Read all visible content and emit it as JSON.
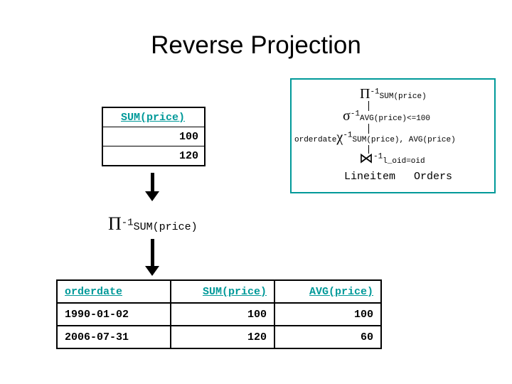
{
  "title": "Reverse Projection",
  "top_table": {
    "header": "SUM(price)",
    "rows": [
      "100",
      "120"
    ]
  },
  "plan_box": {
    "lines": [
      {
        "op": "Π",
        "sup": "-1",
        "sub": "SUM(price)"
      },
      {
        "op": "σ",
        "sup": "-1",
        "sub": "AVG(price)<=100"
      },
      {
        "op": "χ",
        "sup": "-1",
        "pre": "orderdate",
        "sub": "SUM(price), AVG(price)"
      },
      {
        "op": "⋈",
        "sup": "-1",
        "sub": "l_oid=oid"
      }
    ],
    "leaves": [
      "Lineitem",
      "Orders"
    ]
  },
  "mid_operator": {
    "op": "Π",
    "sup": "-1",
    "sub": "SUM(price)"
  },
  "bottom_table": {
    "headers": [
      "orderdate",
      "SUM(price)",
      "AVG(price)"
    ],
    "rows": [
      [
        "1990-01-02",
        "100",
        "100"
      ],
      [
        "2006-07-31",
        "120",
        "60"
      ]
    ]
  },
  "colors": {
    "accent": "#009999",
    "text": "#000000",
    "background": "#ffffff"
  }
}
